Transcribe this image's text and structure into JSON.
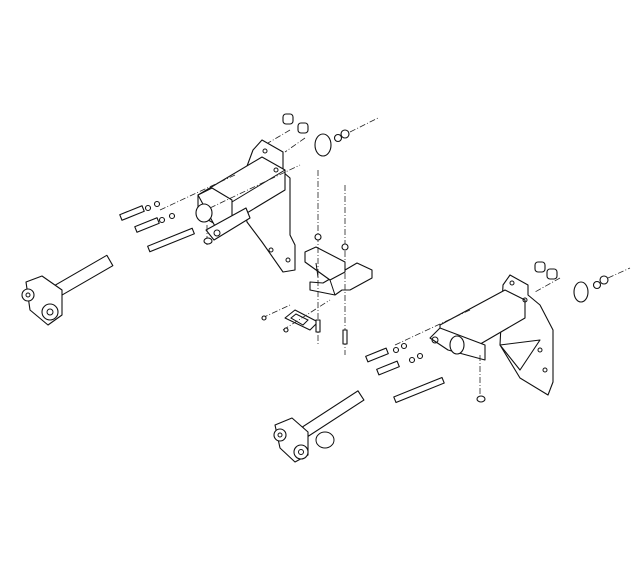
{
  "diagram": {
    "type": "exploded-assembly-line-drawing",
    "line_color": "#111111",
    "background_color": "#ffffff",
    "parts": [
      "upper-hitch-bracket",
      "lower-hitch-bracket",
      "center-crossmember-bracket",
      "left-tow-pin",
      "right-tow-pin",
      "bolts",
      "washers",
      "nuts",
      "spacers"
    ]
  }
}
